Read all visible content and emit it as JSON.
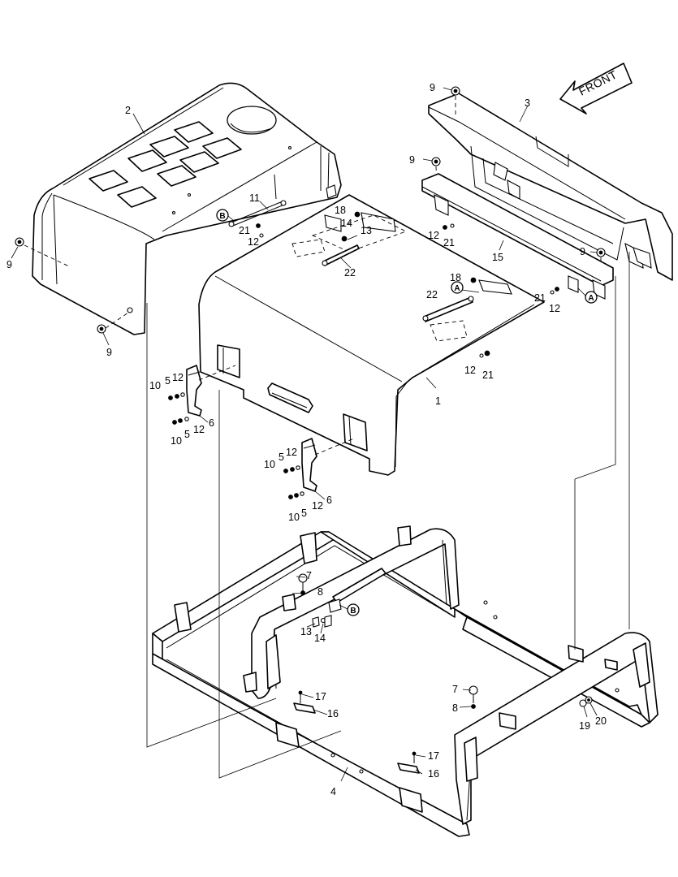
{
  "direction_label": "FRONT",
  "callout_labels": {
    "a": "A",
    "b": "B"
  },
  "part_numbers": {
    "p1": "1",
    "p2": "2",
    "p3": "3",
    "p4": "4",
    "p5": "5",
    "p6": "6",
    "p7": "7",
    "p8": "8",
    "p9": "9",
    "p10": "10",
    "p11": "11",
    "p12": "12",
    "p13": "13",
    "p14": "14",
    "p15": "15",
    "p16": "16",
    "p17": "17",
    "p18": "18",
    "p19": "19",
    "p20": "20",
    "p21": "21",
    "p22": "22"
  }
}
